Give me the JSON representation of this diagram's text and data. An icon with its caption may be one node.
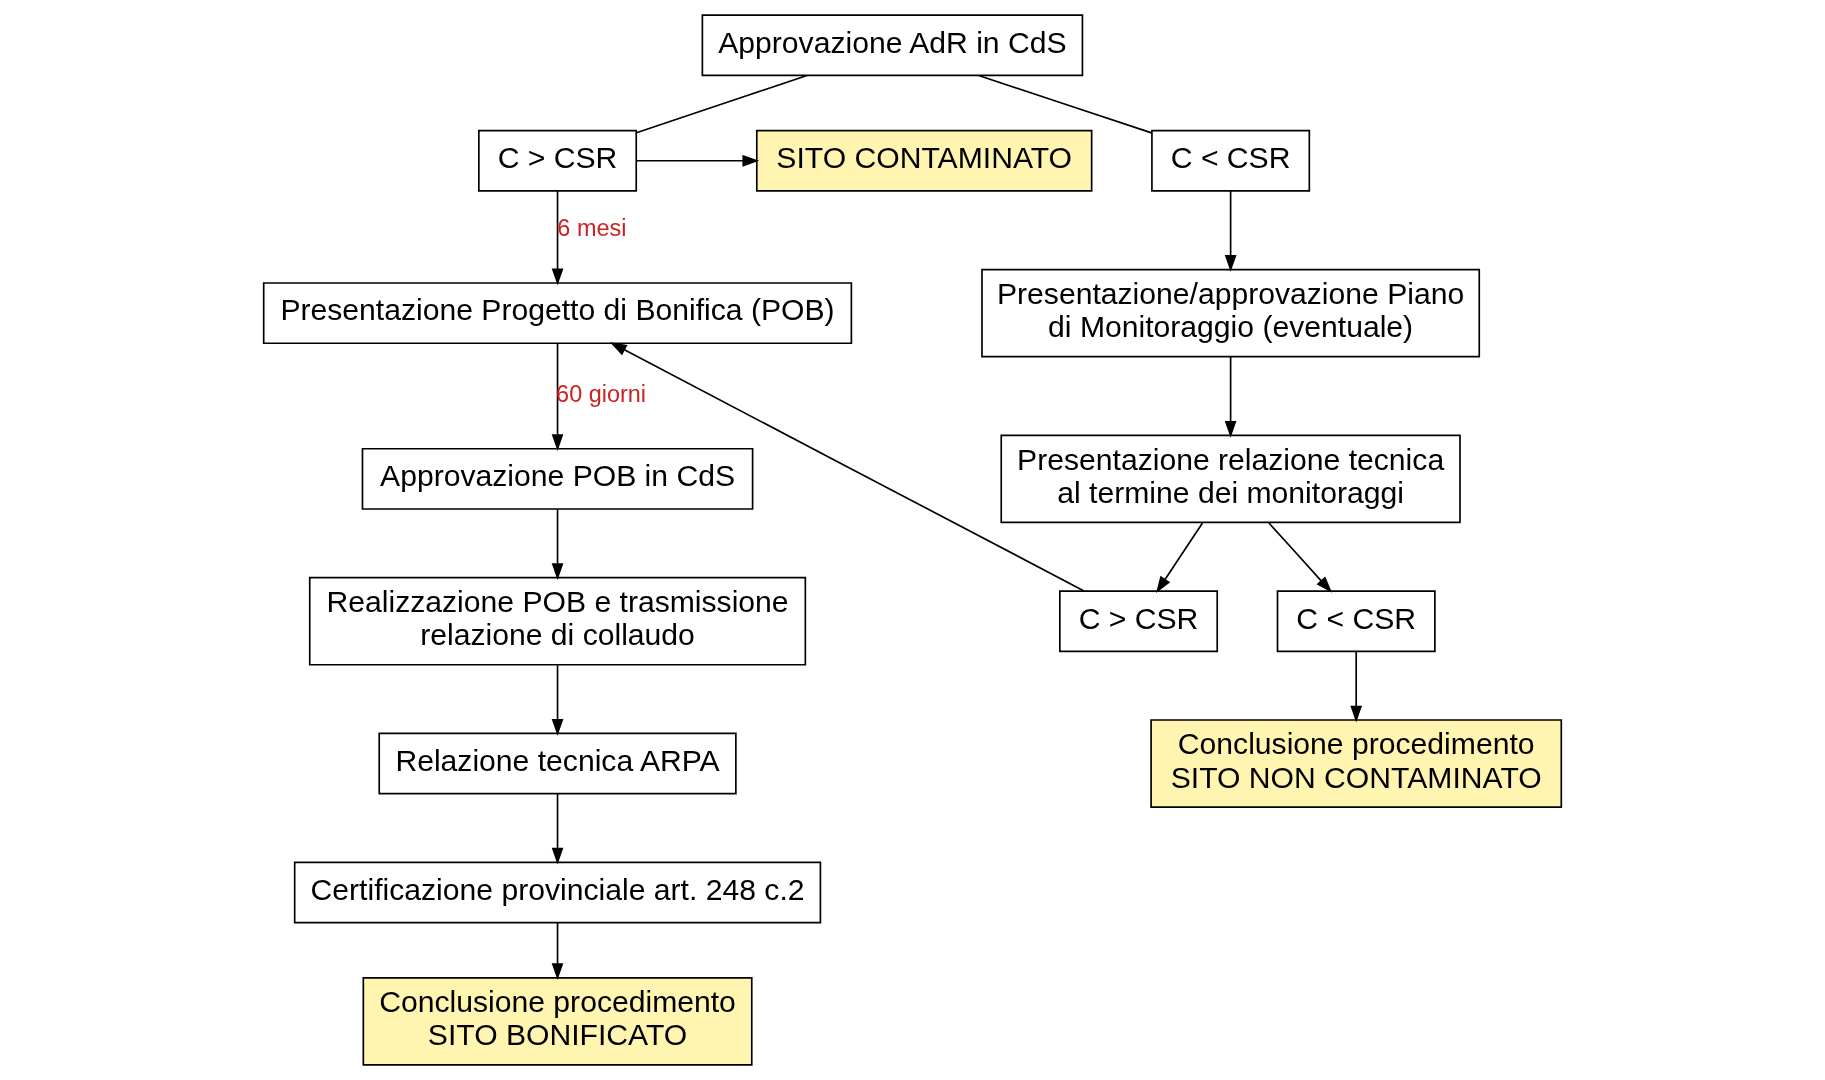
{
  "diagram": {
    "nodes": [
      {
        "text": [
          "Approvazione AdR in CdS"
        ]
      },
      {
        "text": [
          "C > CSR"
        ]
      },
      {
        "text": [
          "SITO CONTAMINATO"
        ]
      },
      {
        "text": [
          "C < CSR"
        ]
      },
      {
        "text": [
          "Presentazione Progetto di Bonifica (POB)"
        ]
      },
      {
        "text": [
          "Presentazione/approvazione Piano di Monitoraggio (eventuale)"
        ]
      },
      {
        "text": [
          "Approvazione POB in CdS"
        ]
      },
      {
        "text": [
          "Presentazione relazione tecnica al termine dei monitoraggi"
        ]
      },
      {
        "text": [
          "Realizzazione POB e trasmissione relazione di collaudo"
        ]
      },
      {
        "text": [
          "C > CSR"
        ]
      },
      {
        "text": [
          "C < CSR"
        ]
      },
      {
        "text": [
          "Relazione tecnica ARPA"
        ]
      },
      {
        "text": [
          "Conclusione procedimento SITO NON CONTAMINATO"
        ]
      },
      {
        "text": [
          "Certificazione provinciale art. 248 c.2"
        ]
      },
      {
        "text": [
          "Conclusione procedimento SITO BONIFICATO"
        ]
      }
    ],
    "edges": [
      {
        "from": 0,
        "to": 1,
        "arrow": "none"
      },
      {
        "from": 0,
        "to": 3,
        "arrow": "none"
      },
      {
        "from": 1,
        "to": 2,
        "arrow": "to"
      },
      {
        "from": 1,
        "to": 4,
        "arrow": "to",
        "label": "6 mesi"
      },
      {
        "from": 3,
        "to": 5,
        "arrow": "to"
      },
      {
        "from": 4,
        "to": 6,
        "arrow": "to",
        "label": "60 giorni"
      },
      {
        "from": 5,
        "to": 7,
        "arrow": "to"
      },
      {
        "from": 6,
        "to": 8,
        "arrow": "to"
      },
      {
        "from": 8,
        "to": 11,
        "arrow": "to"
      },
      {
        "from": 11,
        "to": 13,
        "arrow": "to"
      },
      {
        "from": 13,
        "to": 14,
        "arrow": "to"
      },
      {
        "from": 7,
        "to": 9,
        "arrow": "to"
      },
      {
        "from": 7,
        "to": 10,
        "arrow": "to"
      },
      {
        "from": 9,
        "to": 4,
        "arrow": "to"
      },
      {
        "from": 10,
        "to": 12,
        "arrow": "to"
      }
    ]
  }
}
